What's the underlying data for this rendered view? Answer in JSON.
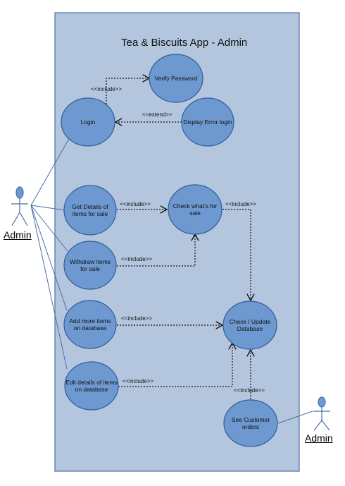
{
  "system": {
    "title": "Tea & Biscuits App - Admin"
  },
  "actors": {
    "left": "Admin",
    "right": "Admin"
  },
  "use_cases": {
    "verify_password": "Verify Password",
    "login": "Login",
    "display_error_login": "Display Error login",
    "get_details": "Get Details of items for sale",
    "check_whats_for_sale": "Check what's for sale",
    "withdraw_items": "Withdraw items for sale",
    "add_more_items": "Add more items on database",
    "check_update_database": "Check / Update Database",
    "edit_details": "Edit details of items on database",
    "see_customer_orders": "See Customer orders"
  },
  "relations": {
    "login_verify": "<<include>>",
    "error_login": "<<extend>>",
    "get_details_check": "<<include>>",
    "withdraw_check": "<<include>>",
    "check_database": "<<include>>",
    "add_database": "<<include>>",
    "edit_database": "<<include>>",
    "orders_database": "<<include>>"
  },
  "colors": {
    "system_fill": "#b4c6de",
    "system_border": "#4a6fa5",
    "use_case_fill": "#6d98d0",
    "use_case_border": "#2f5d99",
    "actor_fill": "#6d98d0",
    "line": "#4a6fa5"
  }
}
